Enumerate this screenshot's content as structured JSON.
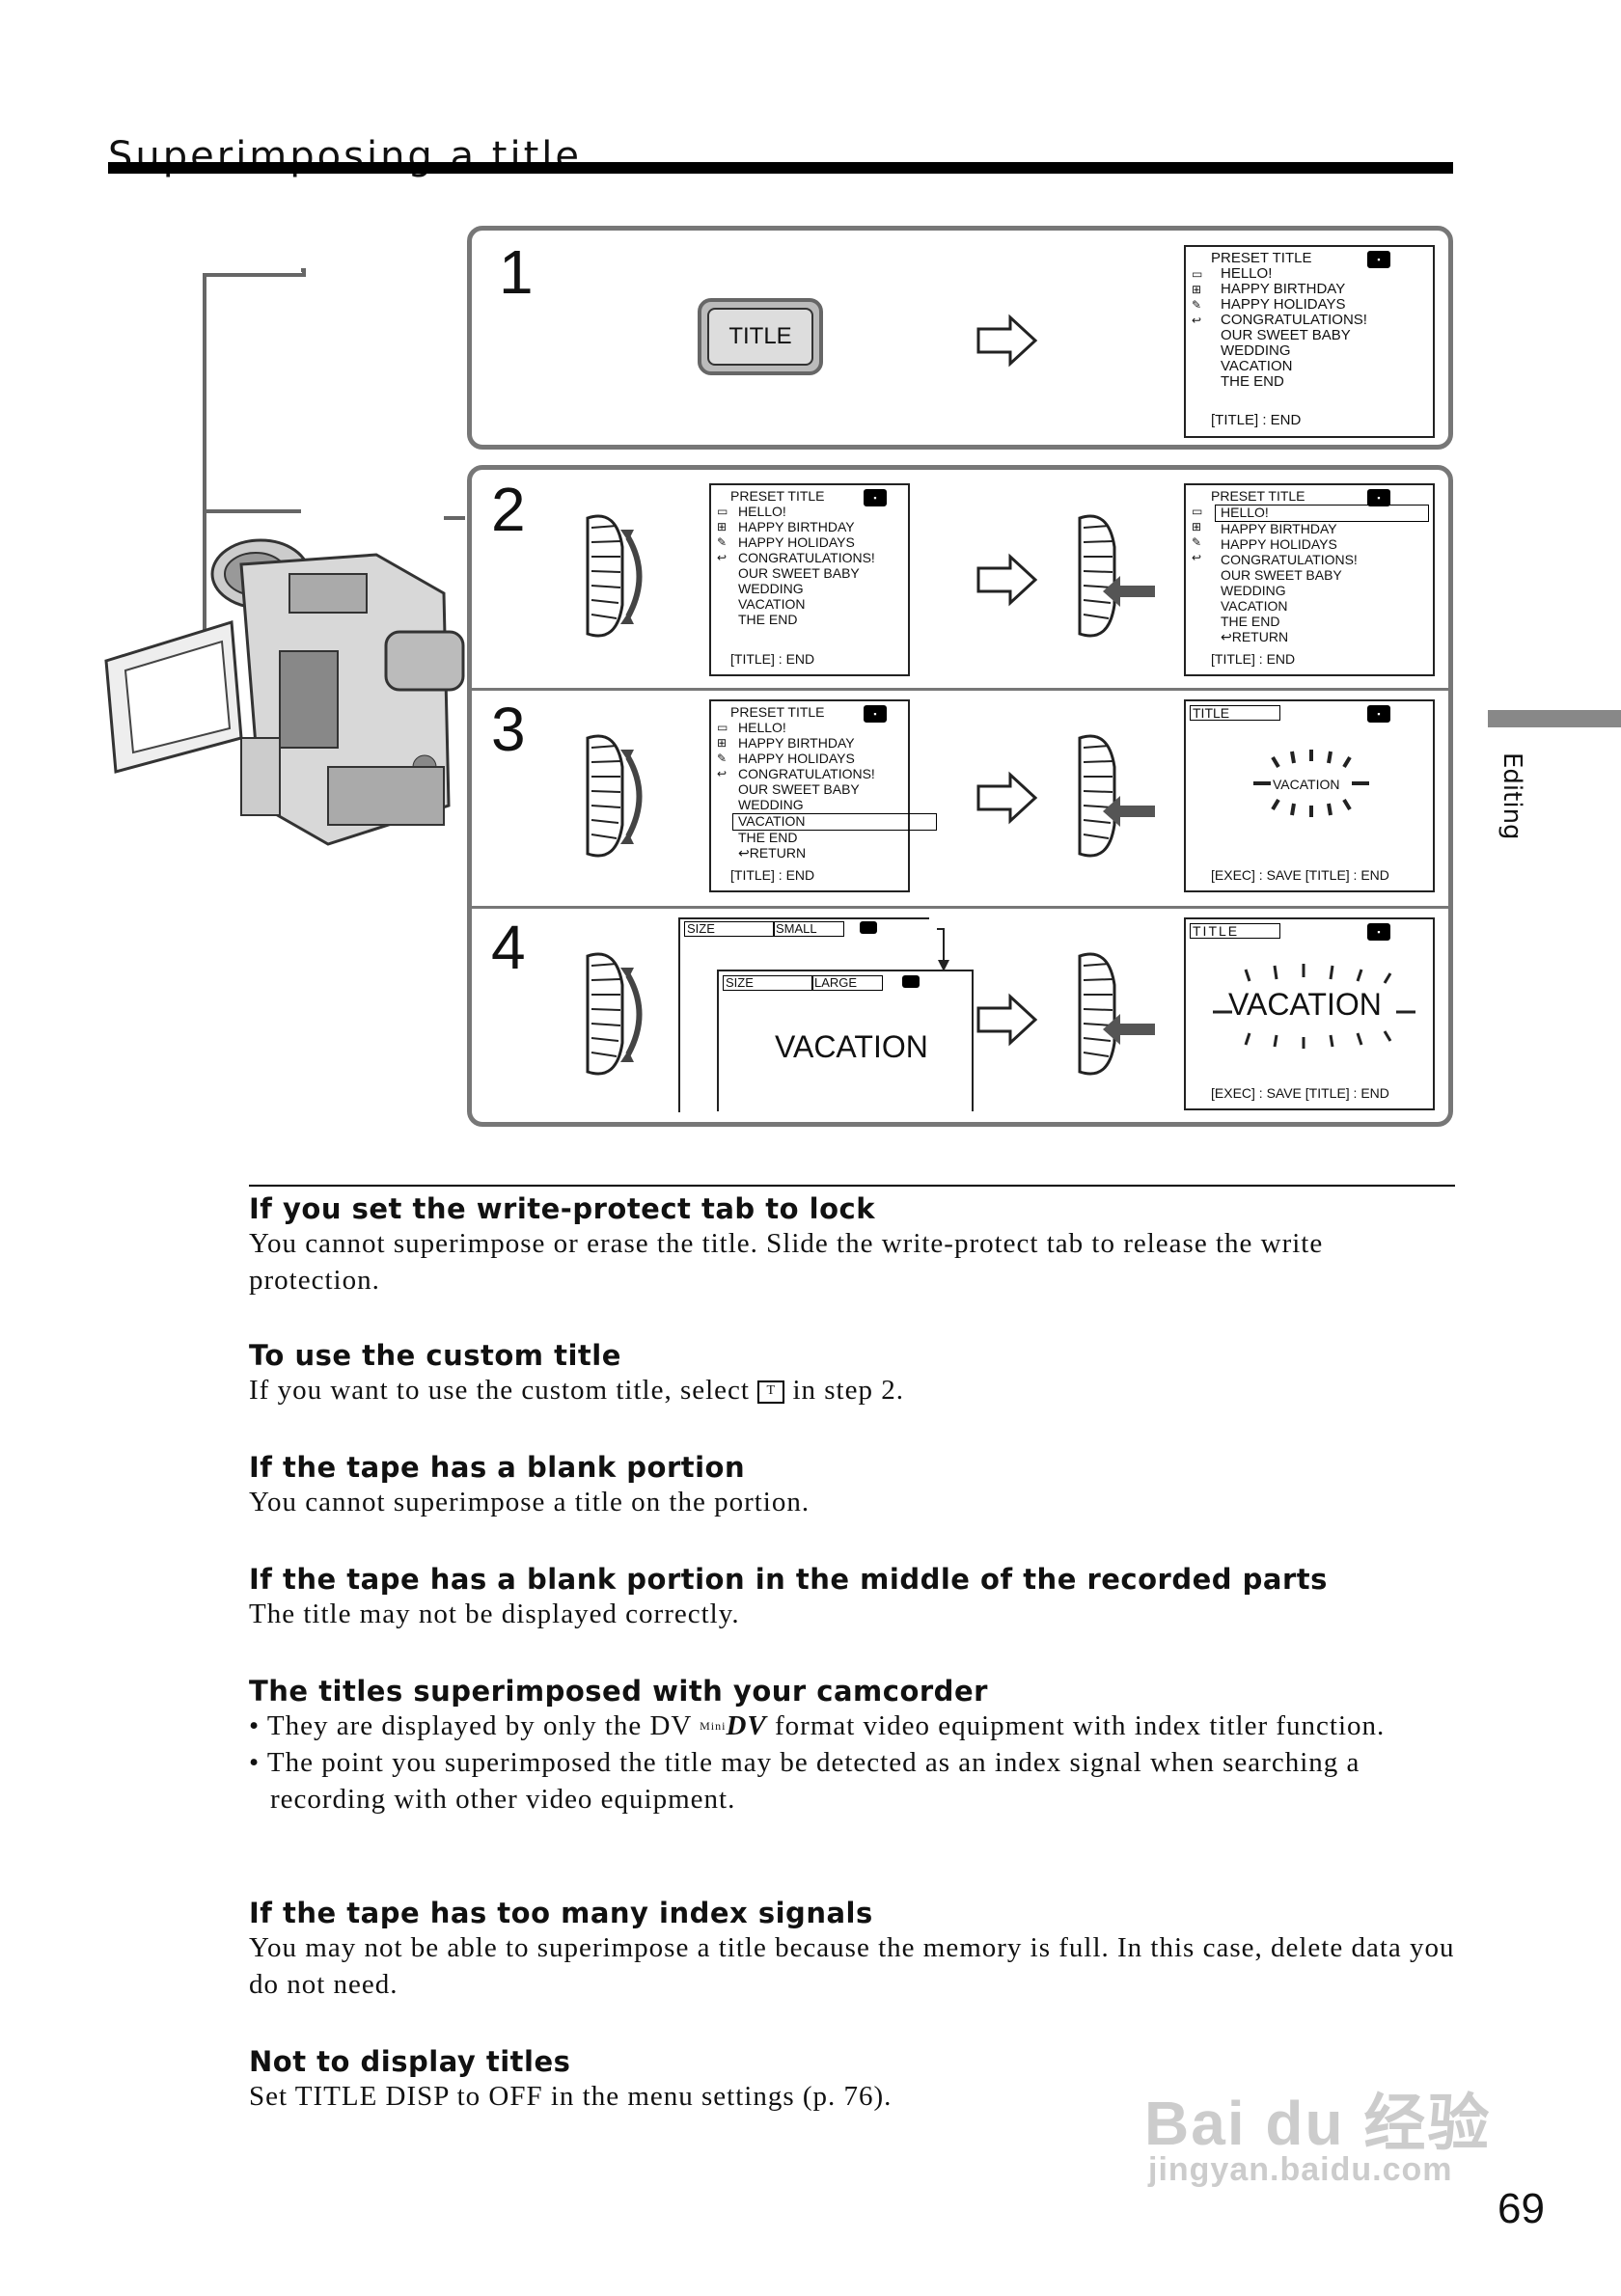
{
  "page": {
    "title": "Superimposing a title",
    "side_label": "Editing",
    "page_number": "69",
    "watermark": "Bai du 经验",
    "watermark_url": "jingyan.baidu.com"
  },
  "steps": {
    "s1": "1",
    "s2": "2",
    "s3": "3",
    "s4": "4",
    "title_button": "TITLE"
  },
  "menu": {
    "header": "PRESET  TITLE",
    "items": [
      "HELLO!",
      "HAPPY  BIRTHDAY",
      "HAPPY HOLIDAYS",
      "CONGRATULATIONS!",
      "OUR  SWEET BABY",
      "WEDDING",
      "VACATION",
      "THE  END"
    ],
    "return": "RETURN",
    "footer": "[TITLE] : END"
  },
  "preview": {
    "title_label": "TITLE",
    "vacation": "VACATION",
    "footer": "[EXEC] : SAVE  [TITLE] : END",
    "size_label": "SIZE",
    "size_small": "SMALL",
    "size_large": "LARGE"
  },
  "sections": [
    {
      "head": "If you set the write-protect tab to lock",
      "body": "You cannot superimpose or erase the title. Slide the write-protect tab to release the write protection."
    },
    {
      "head": "To use the custom title",
      "body_a": "If you want to use the custom title, select",
      "body_b": "in step 2."
    },
    {
      "head": "If the tape has a blank portion",
      "body": "You cannot superimpose a title on the portion."
    },
    {
      "head": "If the tape has a blank portion in the middle of the recorded parts",
      "body": "The title may not be displayed correctly."
    },
    {
      "head": "The titles superimposed with your camcorder",
      "b1a": "• They are displayed by only the DV",
      "b1_logo_small": "Mini",
      "b1_logo": "DV",
      "b1b": "format video equipment with index titler function.",
      "b2": "• The point you superimposed the title may be detected as an index signal when searching a recording with other video equipment."
    },
    {
      "head": "If the tape has too many index signals",
      "body": "You may not be able to superimpose a title because the memory is full. In this case, delete data you do not need."
    },
    {
      "head": "Not to display titles",
      "body": "Set TITLE DISP to OFF in the menu settings (p. 76)."
    }
  ]
}
